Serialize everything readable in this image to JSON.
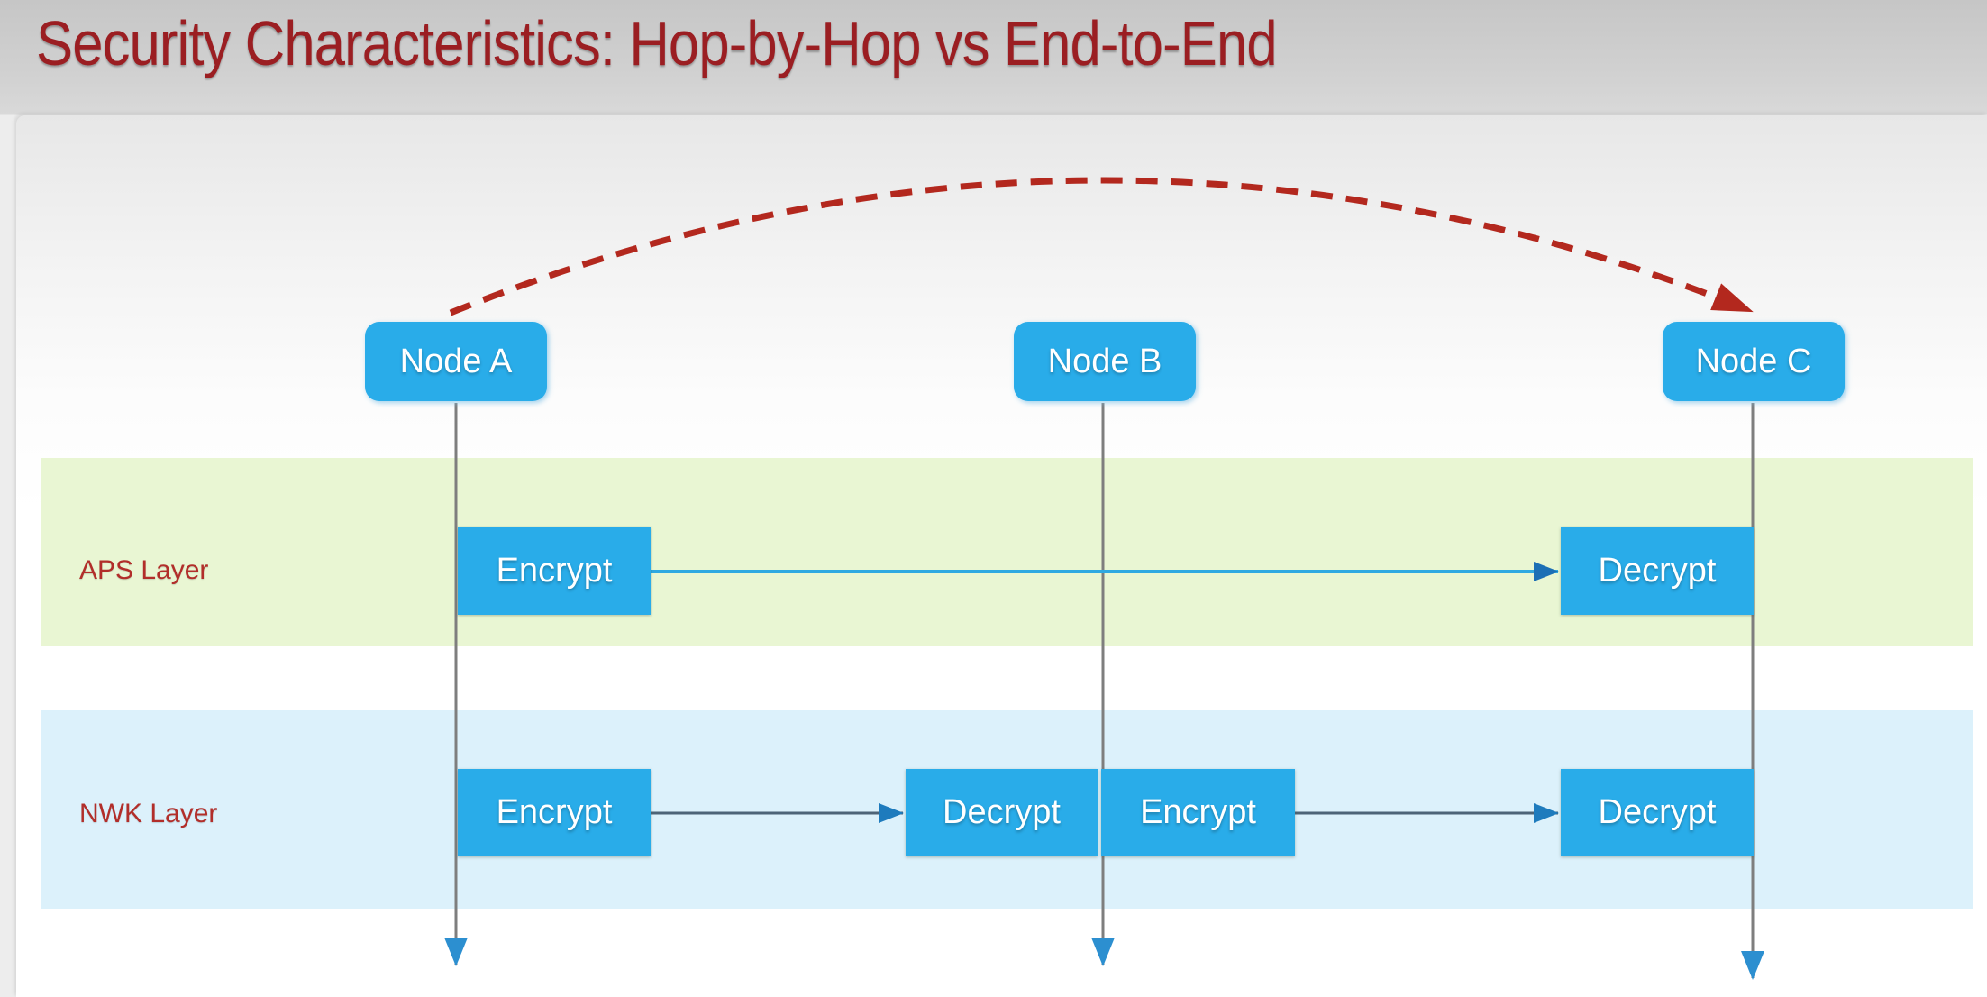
{
  "slide": {
    "title": "Security Characteristics: Hop-by-Hop vs End-to-End"
  },
  "nodes": [
    {
      "label": "Node A"
    },
    {
      "label": "Node B"
    },
    {
      "label": "Node C"
    }
  ],
  "layers": [
    {
      "label": "APS Layer"
    },
    {
      "label": "NWK Layer"
    }
  ],
  "operations": {
    "aps": [
      {
        "label": "Encrypt"
      },
      {
        "label": "Decrypt"
      }
    ],
    "nwk": [
      {
        "label": "Encrypt"
      },
      {
        "label": "Decrypt"
      },
      {
        "label": "Encrypt"
      },
      {
        "label": "Decrypt"
      }
    ]
  },
  "icons": {
    "end_to_end_arrow": "red-dashed-curved-arrow",
    "hop_arrows": "solid-arrow-with-triangle-head",
    "lifelines": "vertical-line-with-down-arrow"
  },
  "colors": {
    "title_red": "#9b1e22",
    "layer_label_red": "#b22e2a",
    "node_box_blue": "#29ace9",
    "aps_band_green": "#e9f6d3",
    "nwk_band_blue": "#dcf1fb",
    "end_to_end_dashed_red": "#b3281e",
    "aps_arrow_blue": "#2fa9e1",
    "nwk_arrow_slate": "#4d6477",
    "arrowhead_blue": "#1e7bbd",
    "lifeline_gray": "#7e7e7e"
  }
}
